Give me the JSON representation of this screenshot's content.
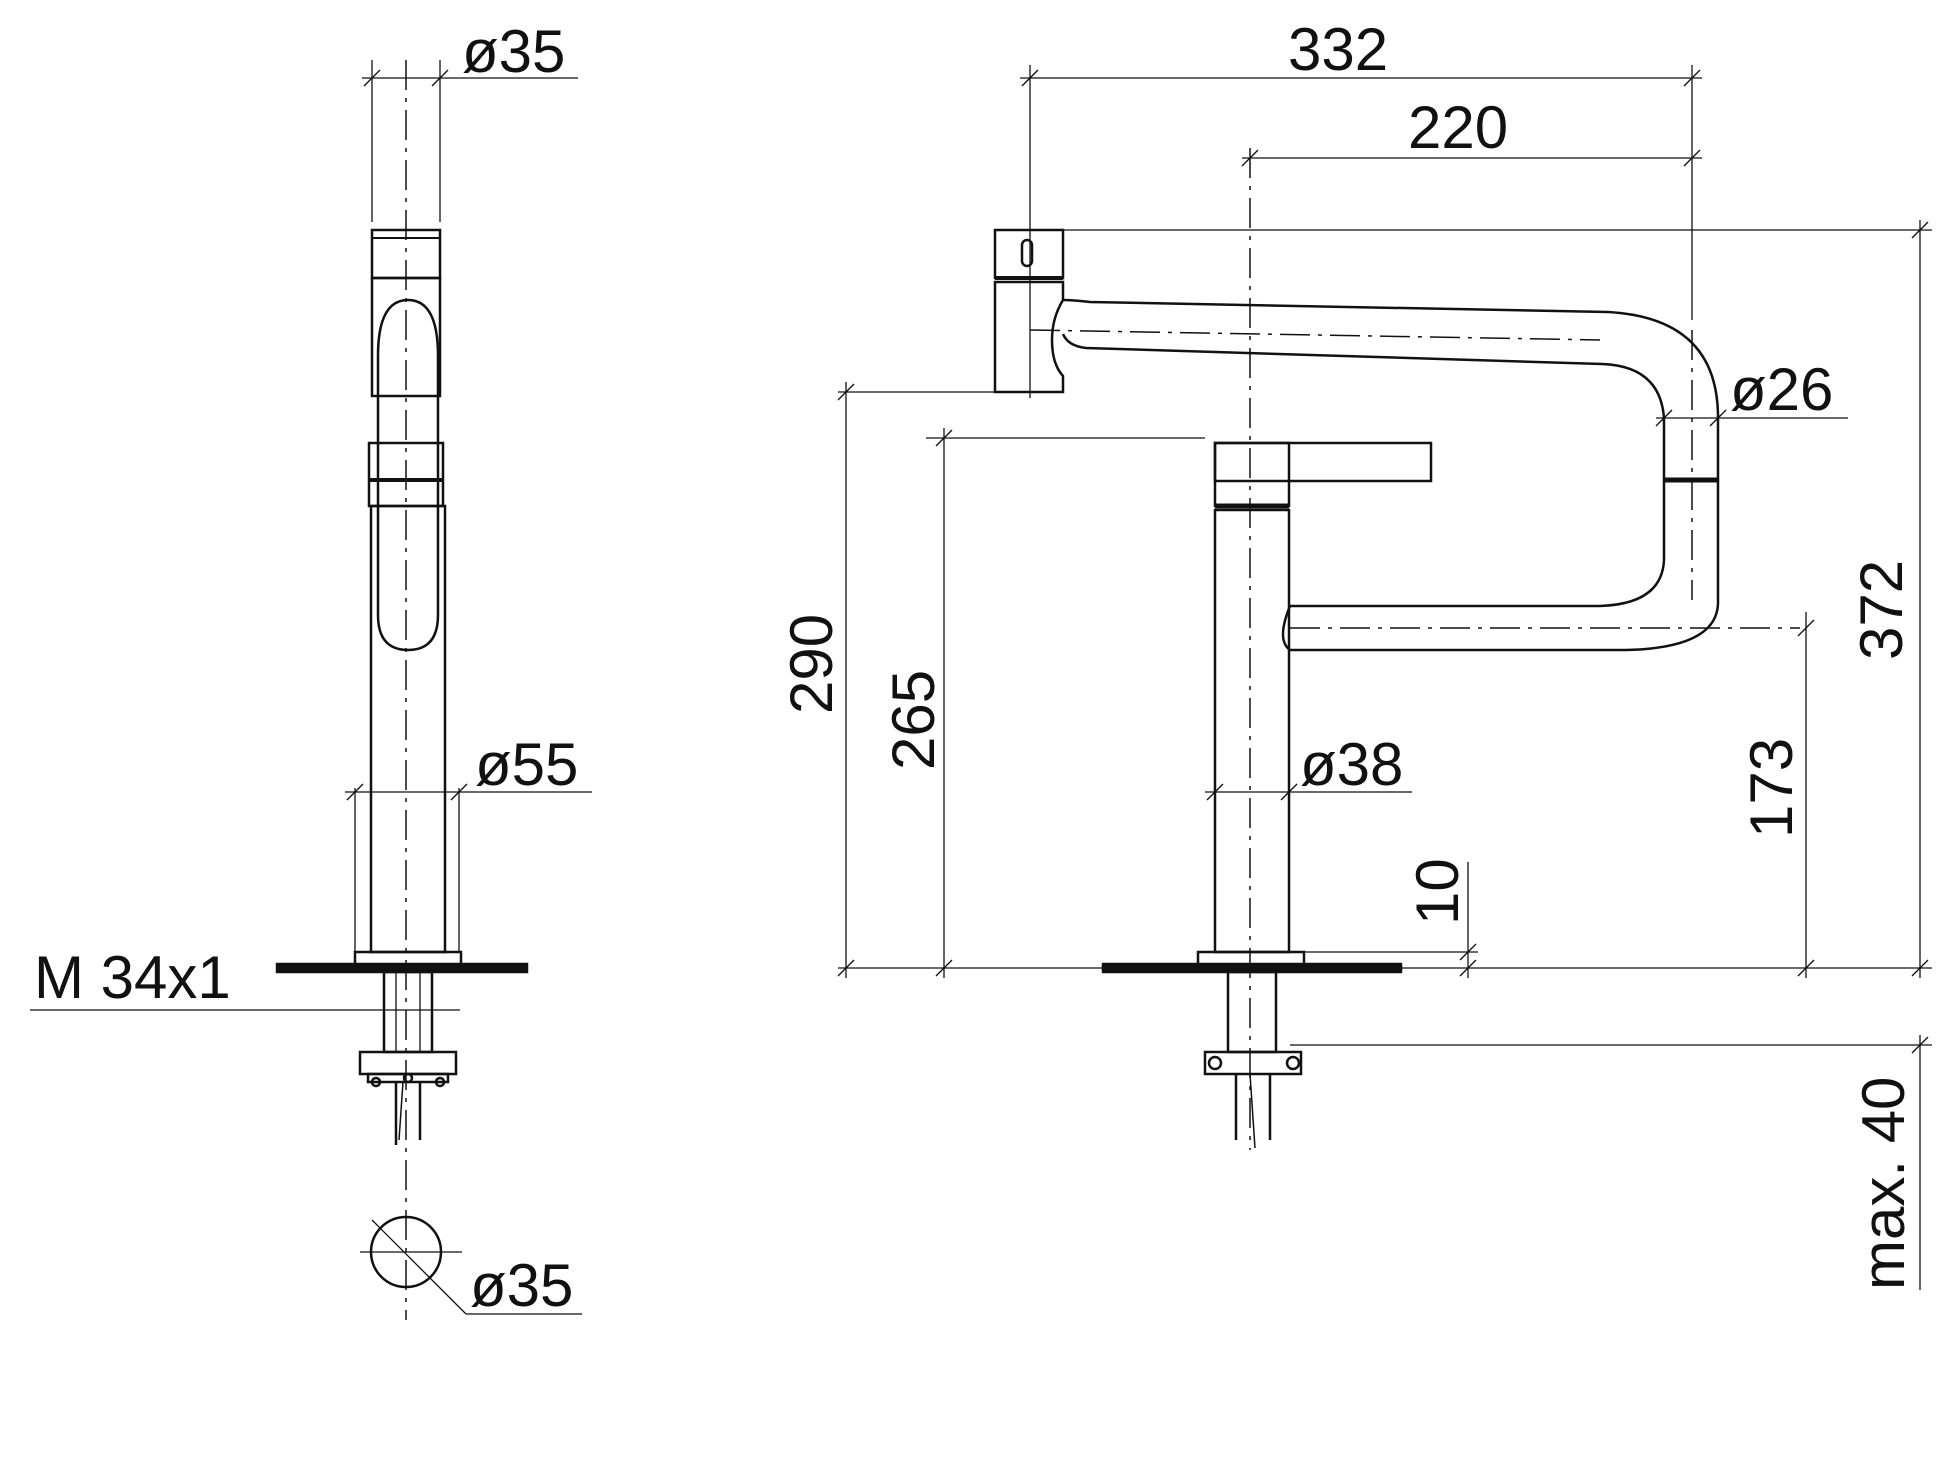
{
  "colors": {
    "line": "#111111",
    "background": "#ffffff"
  },
  "side_view": {
    "top_diameter": "ø35",
    "base_diameter": "ø55",
    "thread": "M 34x1",
    "section_diameter": "ø35"
  },
  "front_view": {
    "total_reach": "332",
    "spout_reach": "220",
    "spout_diameter": "ø26",
    "total_height": "372",
    "spout_height": "290",
    "body_height": "265",
    "lower_arm_height": "173",
    "base_diameter": "ø38",
    "base_height": "10",
    "max_deck_thickness": "max. 40"
  }
}
